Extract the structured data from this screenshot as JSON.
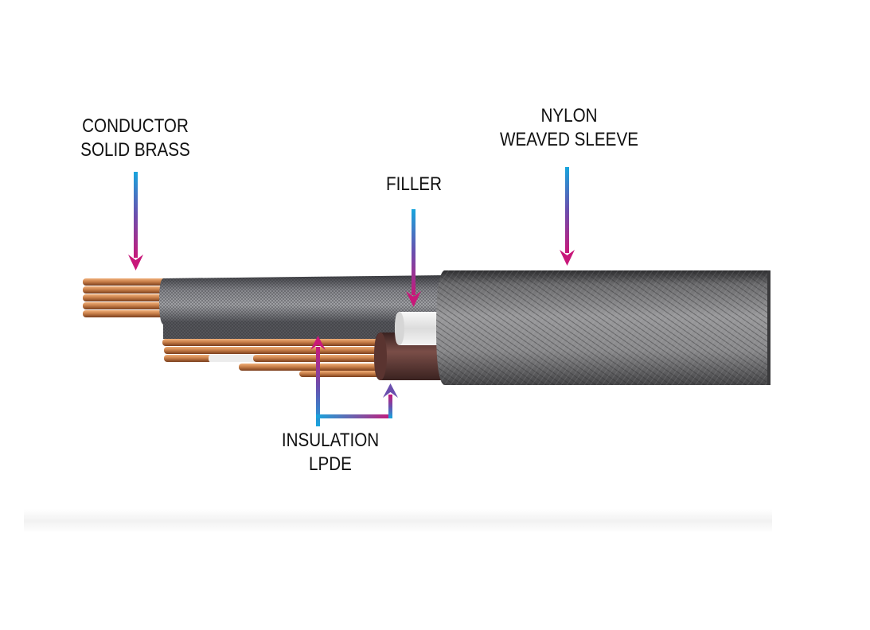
{
  "labels": {
    "conductor": [
      "CONDUCTOR",
      "SOLID BRASS"
    ],
    "filler": [
      "FILLER"
    ],
    "nylon": [
      "NYLON",
      "WEAVED SLEEVE"
    ],
    "insulation": [
      "INSULATION",
      "LPDE"
    ]
  },
  "colors": {
    "copper": "#c9804a",
    "copper_dark": "#8a4a22",
    "inner_sheath": "#6e6f74",
    "outer_sleeve": "#7b7b7d",
    "insulation_core": "#6a3f3a",
    "filler": "#e8e8e8",
    "arrow_top": "#1aa0d8",
    "arrow_bottom": "#c0187a"
  }
}
